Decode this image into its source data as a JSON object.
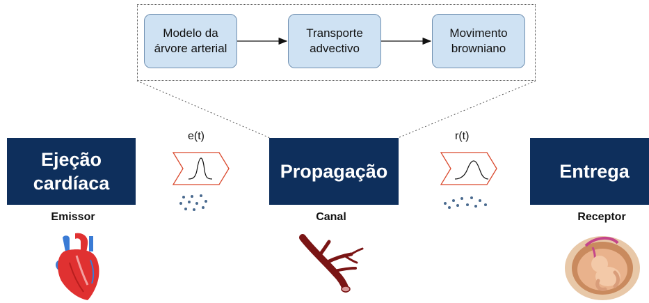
{
  "process_chain": {
    "steps": [
      {
        "label": "Modelo da\nárvore arterial"
      },
      {
        "label": "Transporte\nadvectivo"
      },
      {
        "label": "Movimento\nbrowniano"
      }
    ]
  },
  "stages": [
    {
      "label": "Ejeção\ncardíaca",
      "role": "Emissor"
    },
    {
      "label": "Propagação",
      "role": "Canal"
    },
    {
      "label": "Entrega",
      "role": "Receptor"
    }
  ],
  "signals": {
    "emitted": "e(t)",
    "received": "r(t)"
  },
  "colors": {
    "stage_fill": "#0e2f5c",
    "process_fill": "#cfe2f3",
    "process_border": "#6f8fb0",
    "chevron_outline": "#d9472b",
    "particles": "#4a6a8f"
  },
  "icons": [
    "heart-icon",
    "artery-icon",
    "fetus-icon"
  ]
}
